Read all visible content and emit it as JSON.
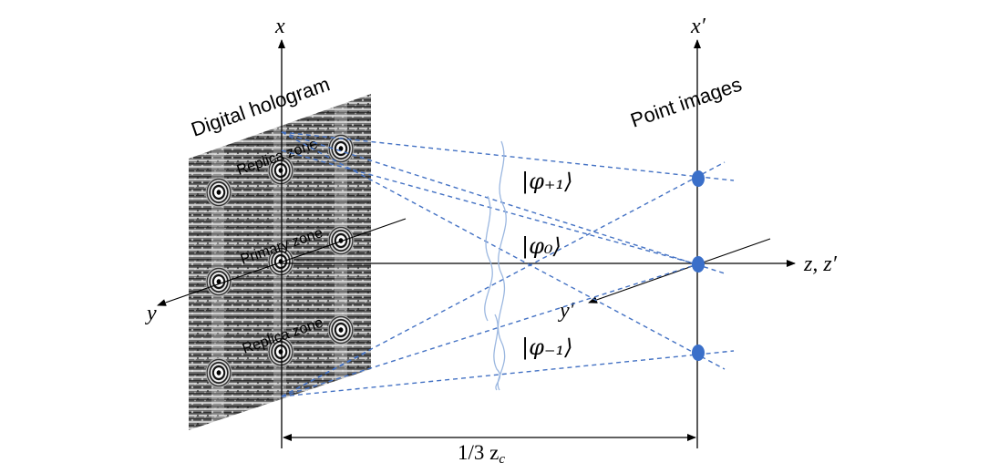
{
  "labels": {
    "hologram_title": "Digital hologram",
    "point_images": "Point images",
    "replica_zone_top": "Replica zone",
    "primary_zone": "Primary zone",
    "replica_zone_bottom": "Replica zone",
    "axis_x": "x",
    "axis_x_prime": "x′",
    "axis_z": "z, z′",
    "axis_y": "y",
    "axis_y_prime": "y′",
    "state_plus": "|φ₊₁⟩",
    "state_zero": "|φ₀⟩",
    "state_minus": "|φ₋₁⟩",
    "distance": "1/3 z",
    "distance_sub": "c"
  },
  "colors": {
    "ray": "#4472c4",
    "point": "#3a6fc9",
    "wave": "#9bb7e0",
    "axis": "#000000"
  }
}
